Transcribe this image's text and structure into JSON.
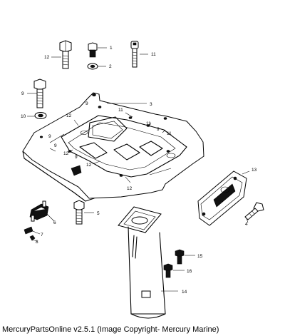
{
  "footer": {
    "caption": "MercuryPartsOnline v2.5.1 (Image Copyright- Mercury Marine)"
  },
  "callouts": [
    "1",
    "2",
    "3",
    "4",
    "5",
    "6",
    "7",
    "8",
    "9",
    "10",
    "11",
    "12",
    "13",
    "14",
    "15",
    "16"
  ]
}
